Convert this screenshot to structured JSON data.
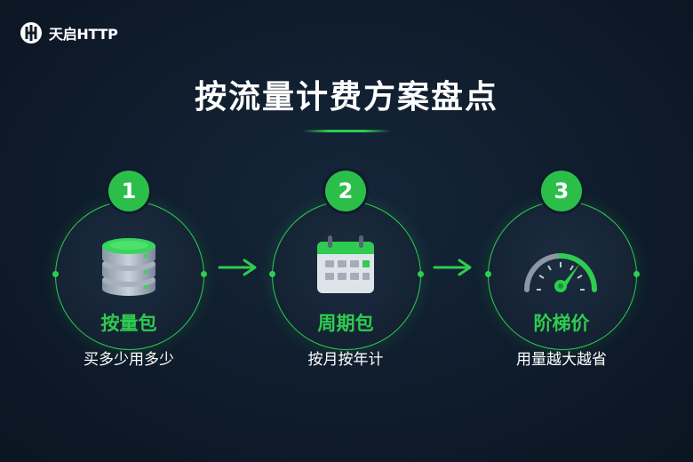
{
  "brand": {
    "name": "天启HTTP",
    "icon": "brand-logo-icon"
  },
  "title": "按流量计费方案盘点",
  "accent_color": "#2ecc50",
  "plans": [
    {
      "number": "1",
      "icon": "database-icon",
      "name": "按量包",
      "desc": "买多少用多少"
    },
    {
      "number": "2",
      "icon": "calendar-icon",
      "name": "周期包",
      "desc": "按月按年计"
    },
    {
      "number": "3",
      "icon": "speedometer-icon",
      "name": "阶梯价",
      "desc": "用量越大越省"
    }
  ],
  "connectors": [
    "arrow-right-icon",
    "arrow-right-icon"
  ]
}
